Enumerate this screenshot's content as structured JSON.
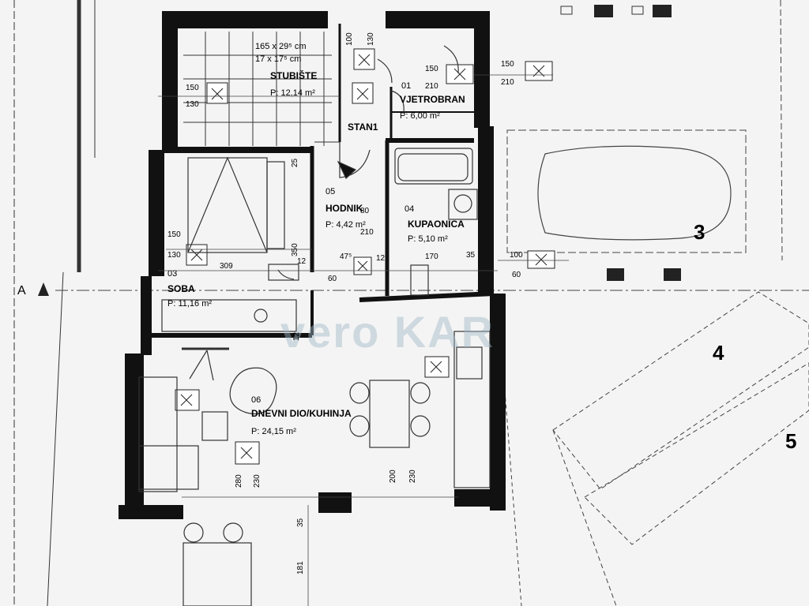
{
  "section_marker": "A",
  "rooms": [
    {
      "num": "",
      "name": "STUBIŠTE",
      "area": "P: 12,14 m²",
      "note1": "165 x 29⁵ cm",
      "note2": "17 x 17⁵ cm"
    },
    {
      "num": "01",
      "name": "VJETROBRAN",
      "area": "P: 6,00 m²"
    },
    {
      "num": "",
      "name": "STAN1"
    },
    {
      "num": "05",
      "name": "HODNIK",
      "area": "P: 4,42 m²"
    },
    {
      "num": "04",
      "name": "KUPAONICA",
      "area": "P: 5,10 m²"
    },
    {
      "num": "03",
      "name": "SOBA",
      "area": "P: 11,16 m²"
    },
    {
      "num": "06",
      "name": "DNEVNI DIO/KUHINJA",
      "area": "P: 24,15 m²"
    }
  ],
  "dimensions": {
    "stair_150": "150",
    "stair_130": "130",
    "top_100": "100",
    "top_130": "130",
    "vjet_150": "150",
    "vjet_210": "210",
    "right_150": "150",
    "right_210": "210",
    "soba_150": "150",
    "soba_130": "130",
    "soba_309": "309",
    "soba_350": "350",
    "soba_25": "25",
    "hod_80": "80",
    "hod_210": "210",
    "kup_170": "170",
    "kup_35": "35",
    "mid_12a": "12",
    "mid_12b": "12",
    "mid_12c": "12",
    "mid_60a": "60",
    "mid_47": "47⁵",
    "win_100": "100",
    "win_60": "60",
    "liv_280": "280",
    "liv_230a": "230",
    "liv_200": "200",
    "liv_230b": "230",
    "bottom_35": "35",
    "bottom_181": "181"
  },
  "parking_numbers": [
    "3",
    "4",
    "5"
  ],
  "watermark": "vero KAR"
}
